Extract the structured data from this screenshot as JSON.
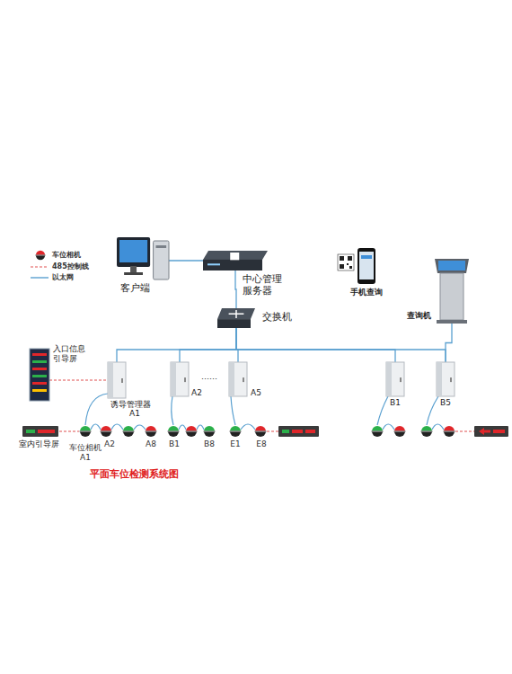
{
  "diagram": {
    "caption": "平面车位检测系统图",
    "nodes": [
      {
        "text": [
          "客户端"
        ]
      },
      {
        "text": [
          "中心管理服务器"
        ]
      },
      {
        "text": [
          "交换机"
        ]
      },
      {
        "text": [
          "手机查询"
        ]
      },
      {
        "text": [
          "查询机"
        ]
      },
      {
        "text": [
          "入口信息引导屏"
        ]
      },
      {
        "text": [
          "诱导管理器",
          "A1"
        ]
      },
      {
        "text": [
          "A2"
        ]
      },
      {
        "text": [
          "A5"
        ]
      },
      {
        "text": [
          "B1"
        ]
      },
      {
        "text": [
          "B5"
        ]
      },
      {
        "text": [
          "室内引导屏"
        ]
      }
    ],
    "edges": [
      {
        "from": 0,
        "to": 1,
        "arrow": "none"
      },
      {
        "from": 1,
        "to": 2,
        "arrow": "none"
      },
      {
        "from": 2,
        "to": 6,
        "arrow": "none"
      },
      {
        "from": 2,
        "to": 7,
        "arrow": "none"
      },
      {
        "from": 2,
        "to": 8,
        "arrow": "none"
      },
      {
        "from": 2,
        "to": 9,
        "arrow": "none"
      },
      {
        "from": 2,
        "to": 10,
        "arrow": "none"
      },
      {
        "from": 5,
        "to": 6,
        "arrow": "none"
      },
      {
        "from": 4,
        "to": 10,
        "arrow": "none"
      }
    ],
    "labels": [
      "车位相机 A1",
      "A2",
      "A8",
      "B1",
      "B8",
      "E1",
      "E8",
      "……"
    ],
    "legend": [
      {
        "text": "车位相机"
      },
      {
        "text": "485控制线"
      },
      {
        "text": "以太网"
      }
    ]
  }
}
